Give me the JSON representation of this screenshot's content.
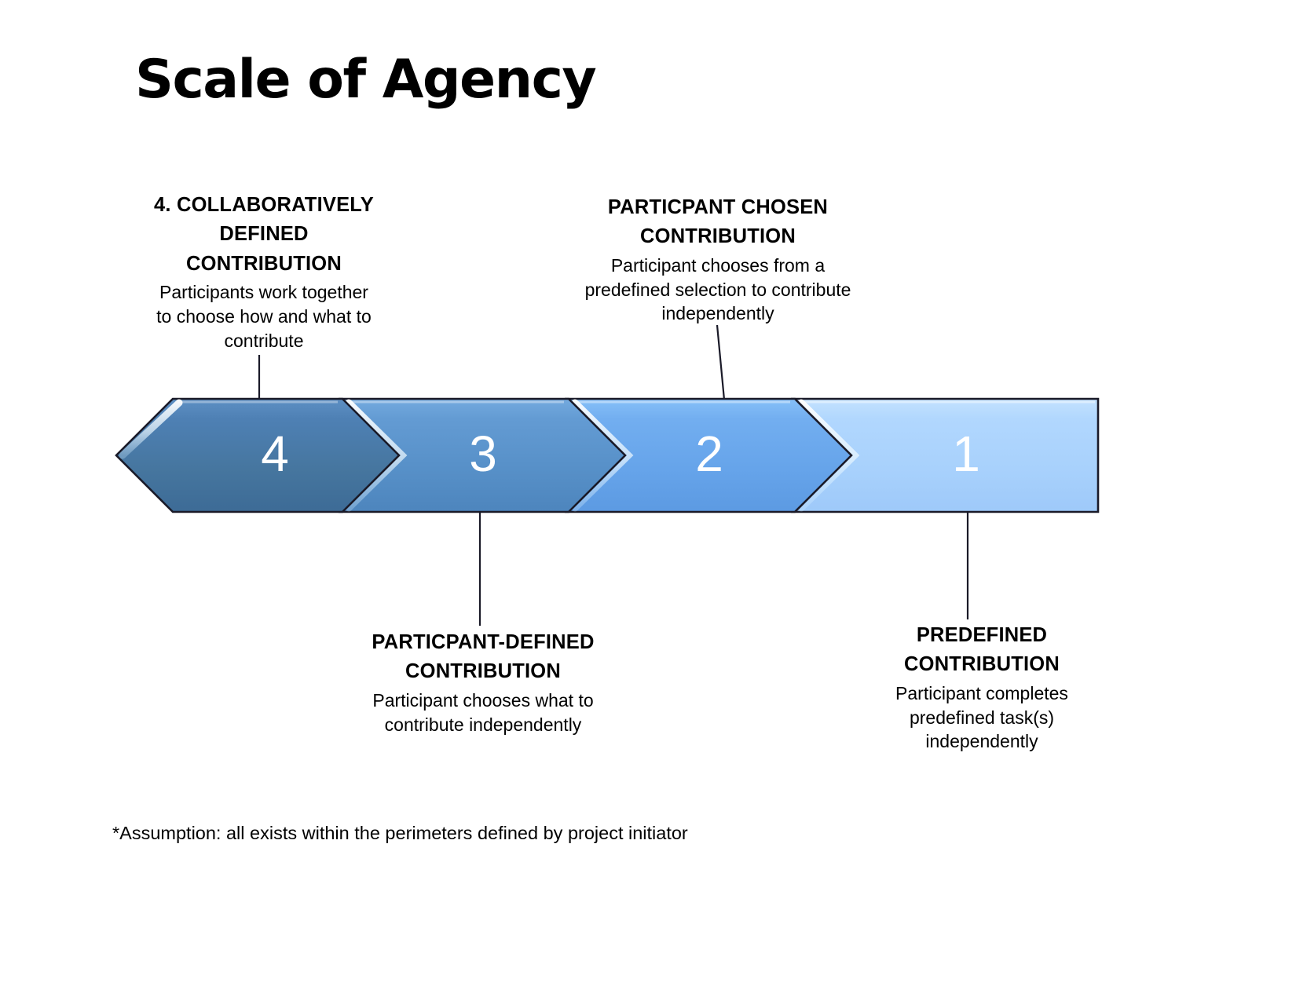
{
  "title": "Scale of Agency",
  "footnote": "*Assumption: all exists within the perimeters defined by project initiator",
  "colors": {
    "level4_fill_top": "#5A8CC0",
    "level4_fill_bottom": "#3F6E9E",
    "level3_fill_top": "#6FA6DC",
    "level3_fill_bottom": "#4E86C0",
    "level2_fill_top": "#7FBAF4",
    "level2_fill_bottom": "#5C9CE4",
    "level1_fill_top": "#BBDDFF",
    "level1_fill_bottom": "#9DCBFB",
    "outline": "#1A1A28",
    "highlight": "#D8F0FF",
    "number_text": "#FFFFFF",
    "text": "#000000",
    "background": "#FFFFFF"
  },
  "chart_data": {
    "type": "diagram",
    "diagram_kind": "chevron-scale",
    "title": "Scale of Agency",
    "direction": "left-pointing arrow, highest agency at left",
    "levels": [
      {
        "number": "4",
        "heading": "4. COLLABORATIVELY DEFINED CONTRIBUTION",
        "description": "Participants work together to choose how and what to contribute",
        "color": "#4A7DB0",
        "label_position": "above-left"
      },
      {
        "number": "3",
        "heading": "PARTICPANT-DEFINED CONTRIBUTION",
        "description": "Participant chooses what to contribute independently",
        "color": "#5B95CF",
        "label_position": "below"
      },
      {
        "number": "2",
        "heading": "PARTICPANT CHOSEN CONTRIBUTION",
        "description": "Participant chooses from a predefined selection to contribute independently",
        "color": "#6AAAEE",
        "label_position": "above"
      },
      {
        "number": "1",
        "heading": "PREDEFINED CONTRIBUTION",
        "description": "Participant completes predefined task(s) independently",
        "color": "#AED4FC",
        "label_position": "below-right"
      }
    ],
    "footnote": "*Assumption: all exists within the perimeters defined by project initiator"
  },
  "levels": {
    "l4": {
      "number": "4",
      "head_line1": "4. COLLABORATIVELY",
      "head_line2": "DEFINED",
      "head_line3": "CONTRIBUTION",
      "body_line1": "Participants work together",
      "body_line2": "to choose how and what to",
      "body_line3": "contribute"
    },
    "l3": {
      "number": "3",
      "head_line1": "PARTICPANT-DEFINED",
      "head_line2": "CONTRIBUTION",
      "body_line1": "Participant chooses what to",
      "body_line2": "contribute independently"
    },
    "l2": {
      "number": "2",
      "head_line1": "PARTICPANT CHOSEN",
      "head_line2": "CONTRIBUTION",
      "body_line1": "Participant chooses from a",
      "body_line2": "predefined selection to contribute",
      "body_line3": "independently"
    },
    "l1": {
      "number": "1",
      "head_line1": "PREDEFINED",
      "head_line2": "CONTRIBUTION",
      "body_line1": "Participant completes",
      "body_line2": "predefined task(s)",
      "body_line3": "independently"
    }
  }
}
